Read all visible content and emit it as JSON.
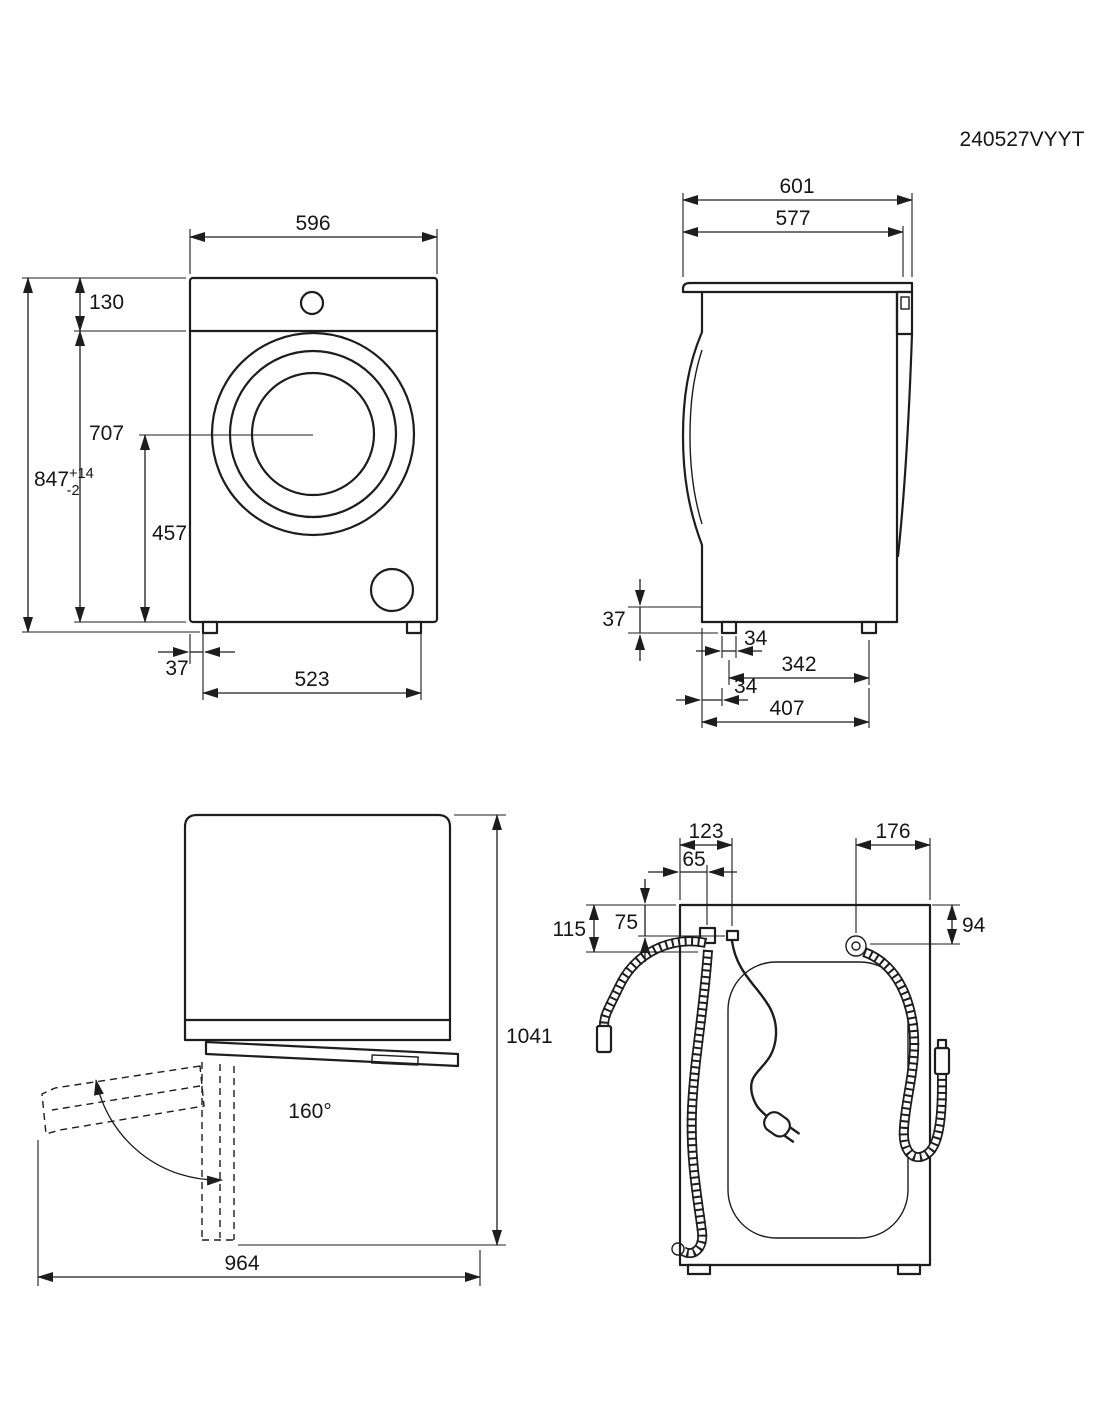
{
  "document": {
    "code": "240527VYYT"
  },
  "front_view": {
    "width": "596",
    "top_to_control_panel": "130",
    "control_panel_to_floor": "707",
    "height": "847",
    "height_tolerance_plus": "+14",
    "height_tolerance_minus": "-2",
    "door_center_to_floor": "457",
    "side_to_foot": "37",
    "feet_distance": "523"
  },
  "side_view": {
    "depth_total": "601",
    "depth_cabinet": "577",
    "plinth_height": "37",
    "foot_width": "34",
    "feet_distance": "342",
    "front_to_foot": "34",
    "feet_span": "407"
  },
  "door_open_view": {
    "depth_door_open": "1041",
    "door_opening_angle": "160°",
    "width_door_open": "964"
  },
  "rear_view": {
    "left_to_power_cord": "123",
    "left_to_drain_hose": "65",
    "right_to_inlet_hose": "176",
    "top_to_drain_hose": "115",
    "top_to_power_cord": "75",
    "top_to_inlet_hose": "94"
  }
}
